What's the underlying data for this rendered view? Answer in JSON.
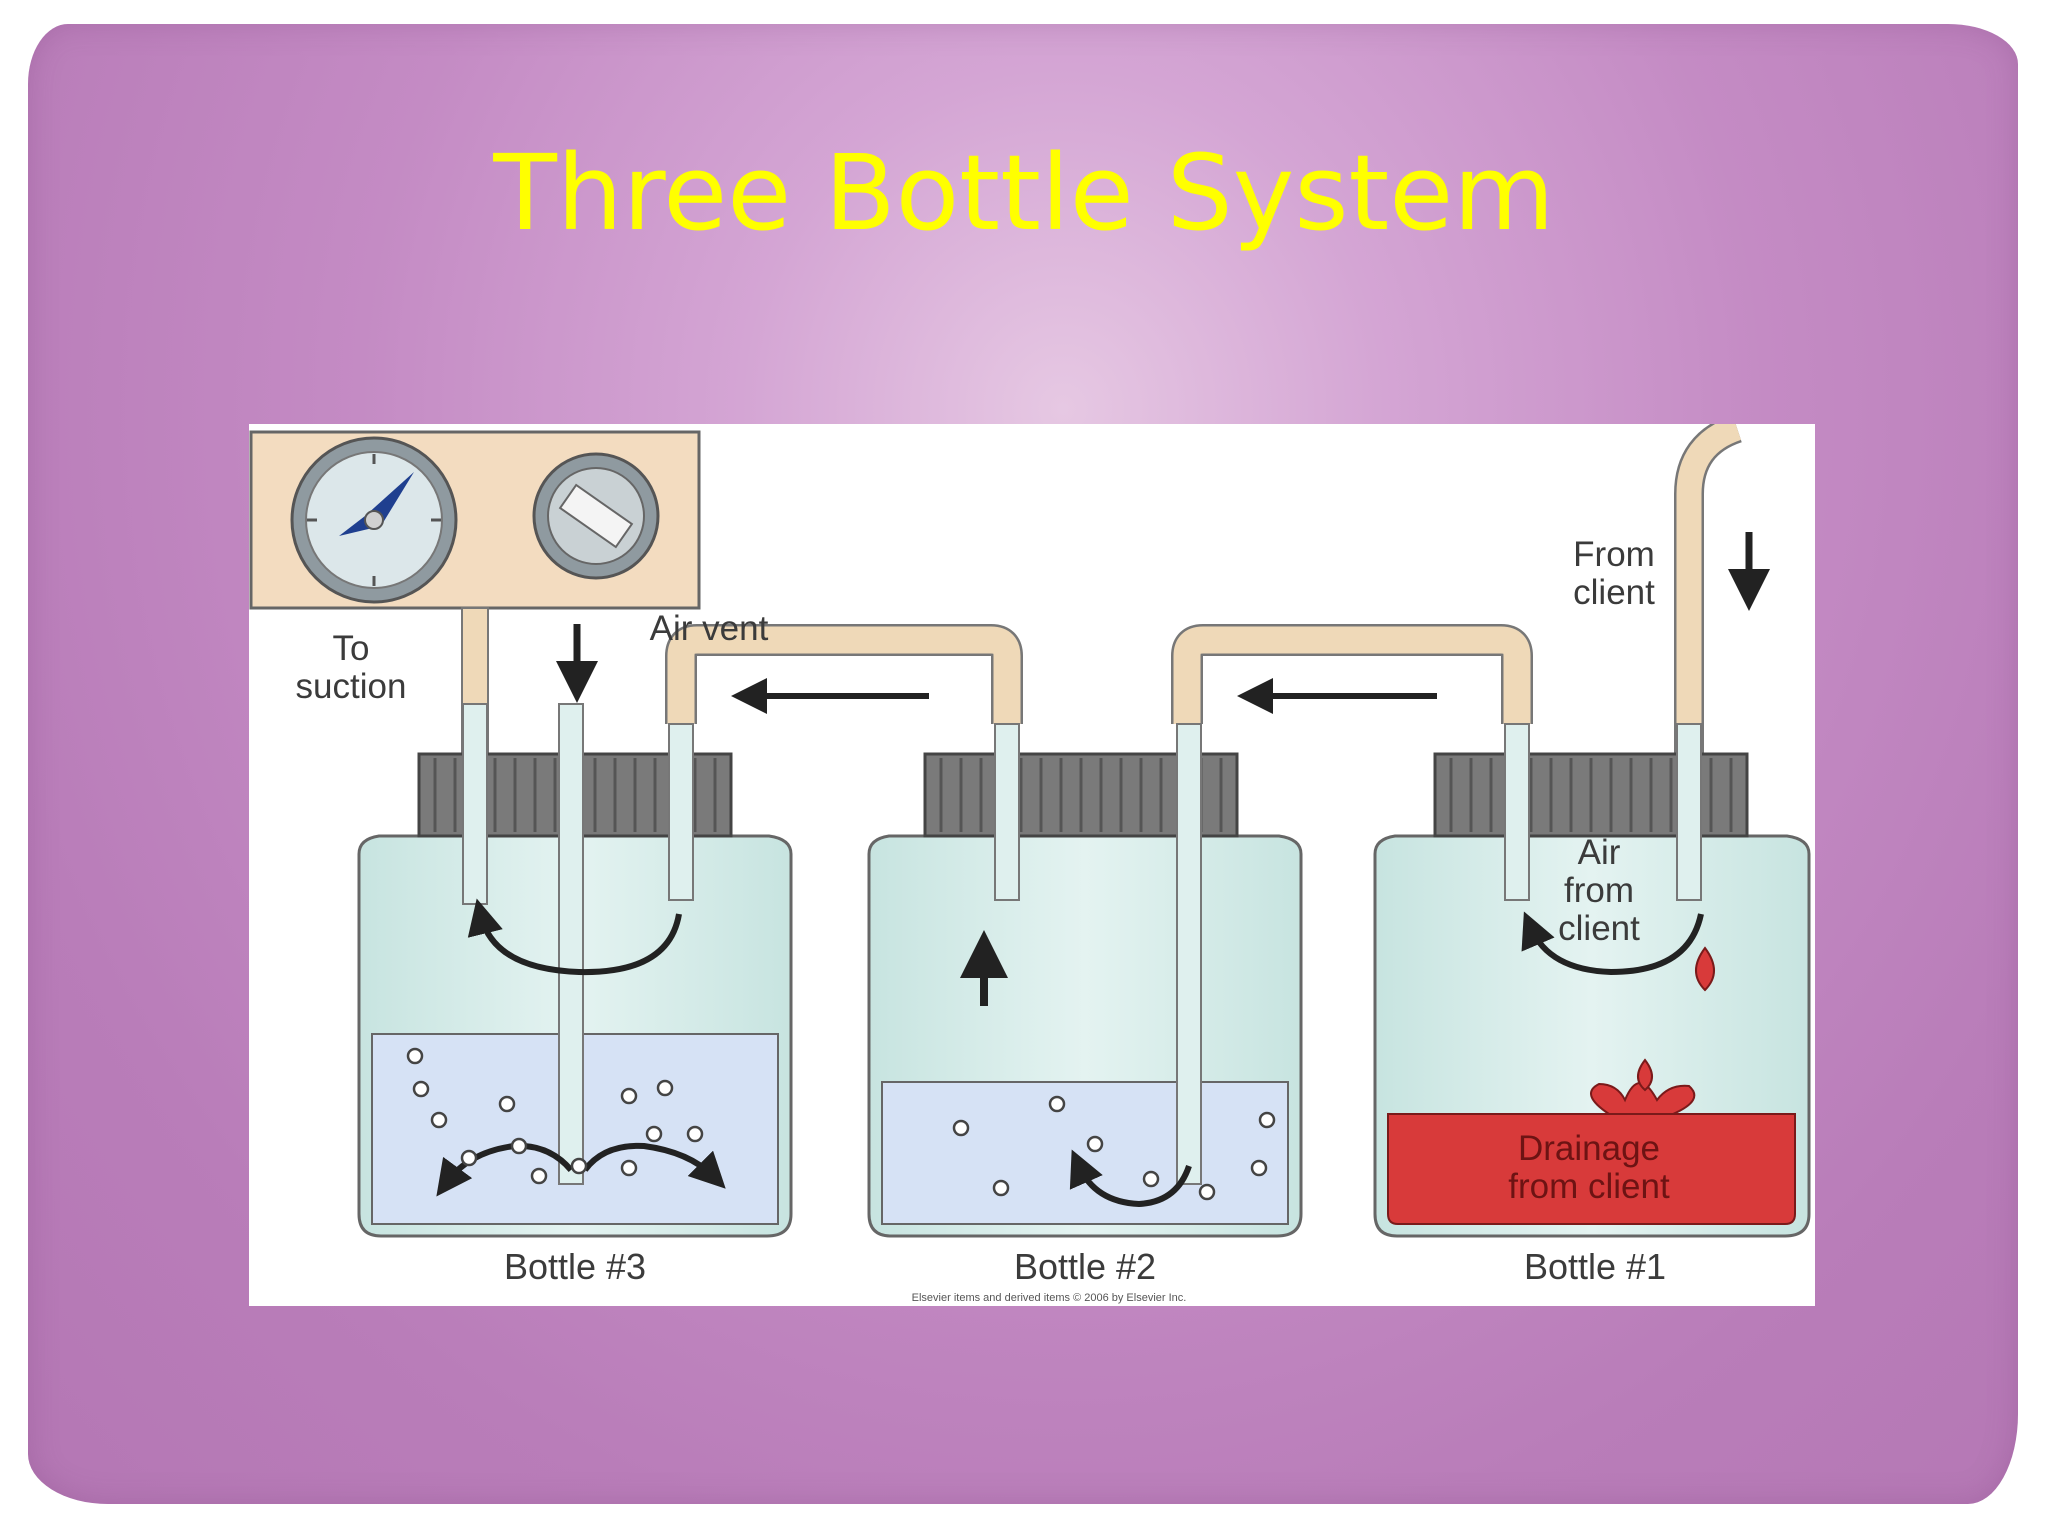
{
  "slide": {
    "title": "Three Bottle System",
    "title_color": "#ffff00",
    "background_color": "#c48bc4"
  },
  "diagram": {
    "labels": {
      "to_suction": "To\nsuction",
      "air_vent": "Air vent",
      "from_client": "From\nclient",
      "air_from_client": "Air\nfrom\nclient",
      "drainage_from_client": "Drainage\nfrom client"
    },
    "bottles": [
      {
        "label": "Bottle #3"
      },
      {
        "label": "Bottle #2"
      },
      {
        "label": "Bottle #1"
      }
    ],
    "credit": "Elsevier items and derived items © 2006 by Elsevier Inc.",
    "colors": {
      "water": "#d6e2f5",
      "drainage": "#d83a3a",
      "tubing": "#efd9b8",
      "cap": "#7a7a7a",
      "panel": "#f3dcc0"
    }
  }
}
